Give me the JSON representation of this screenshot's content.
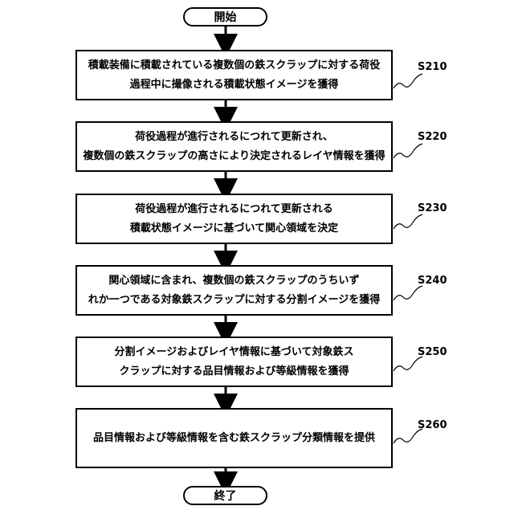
{
  "start_label": "開始",
  "end_label": "終了",
  "steps": [
    {
      "id": "S210",
      "lines": [
        "積載装備に積載されている複数個の鉄スクラップに対する荷役",
        "過程中に撮像される積載状態イメージを獲得"
      ]
    },
    {
      "id": "S220",
      "lines": [
        "荷役過程が進行されるにつれて更新され、",
        "複数個の鉄スクラップの高さにより決定されるレイヤ情報を獲得"
      ]
    },
    {
      "id": "S230",
      "lines": [
        "荷役過程が進行されるにつれて更新される",
        "積載状態イメージに基づいて関心領域を決定"
      ]
    },
    {
      "id": "S240",
      "lines": [
        "関心領域に含まれ、複数個の鉄スクラップのうちいず",
        "れか一つである対象鉄スクラップに対する分割イメージを獲得"
      ]
    },
    {
      "id": "S250",
      "lines": [
        "分割イメージおよびレイヤ情報に基づいて対象鉄ス",
        "クラップに対する品目情報および等級情報を獲得"
      ]
    },
    {
      "id": "S260",
      "lines": [
        "品目情報および等級情報を含む鉄スクラップ分類情報を提供"
      ]
    }
  ]
}
